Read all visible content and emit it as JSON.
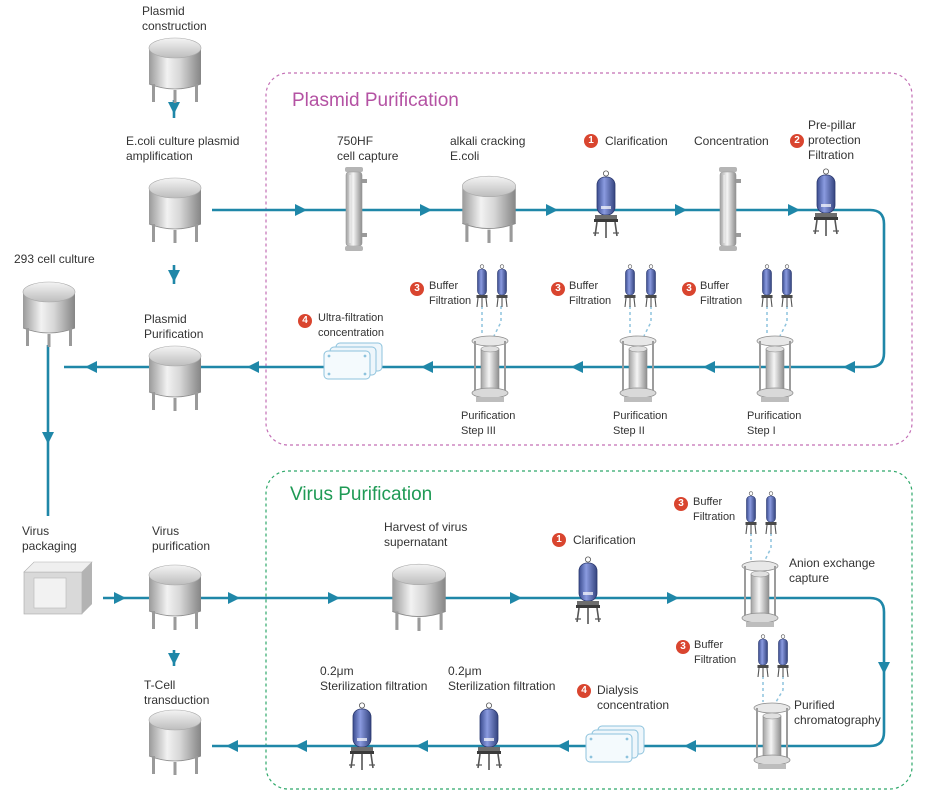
{
  "colors": {
    "flow": "#1f87a8",
    "plasmid_border": "#c36fb5",
    "plasmid_title": "#b452a3",
    "virus_border": "#2fa86a",
    "virus_title": "#1f9a55",
    "badge": "#d9452f",
    "tank_light": "#e6e6e6",
    "tank_dark": "#8f8f8f",
    "vial": "#4c5fa6"
  },
  "sections": {
    "plasmid_title": "Plasmid Purification",
    "virus_title": "Virus Purification"
  },
  "nodes": {
    "plasmid_construction": "Plasmid\nconstruction",
    "ecoli_culture": "E.coli culture plasmid\namplification",
    "cell_293": "293 cell culture",
    "plasmid_purification": "Plasmid\nPurification",
    "virus_packaging": "Virus\npackaging",
    "virus_purification": "Virus\npurification",
    "tcell": "T-Cell\ntransduction"
  },
  "plasmid_steps": {
    "cell_capture": "750HF\ncell capture",
    "alkali": "alkali cracking\nE.coli",
    "clarification": "Clarification",
    "concentration": "Concentration",
    "prepillar": "Pre-pillar\nprotection\nFiltration",
    "buffer": "Buffer\nFiltration",
    "ultra": "Ultra-filtration\nconcentration",
    "step3": "Purification\nStep III",
    "step2": "Purification\nStep II",
    "step1": "Purification\nStep I"
  },
  "virus_steps": {
    "harvest": "Harvest of virus\nsupernatant",
    "clarification": "Clarification",
    "buffer": "Buffer\nFiltration",
    "anion": "Anion exchange\ncapture",
    "purified": "Purified\nchromatography",
    "dialysis": "Dialysis\nconcentration",
    "steril": "0.2μm\nSterilization filtration"
  },
  "badges": {
    "one": "1",
    "two": "2",
    "three": "3",
    "four": "4"
  }
}
